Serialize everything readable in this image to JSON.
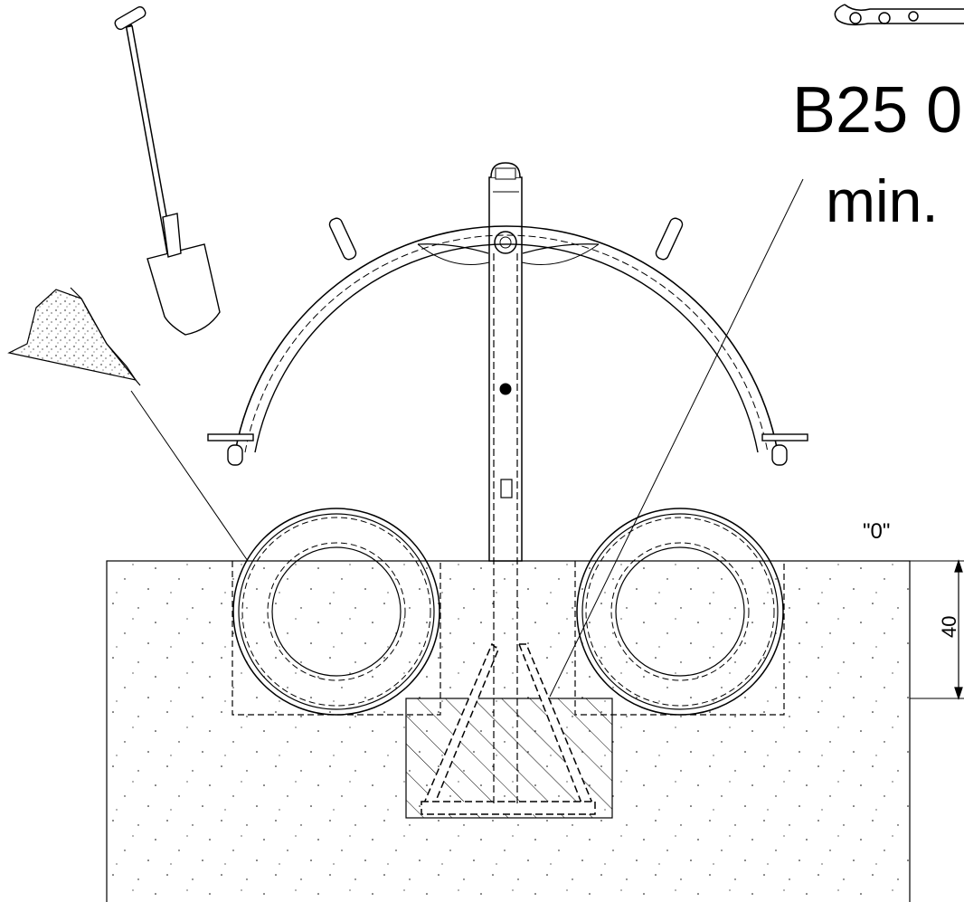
{
  "labels": {
    "concrete_grade": "B25 0",
    "min_depth": "min.",
    "ground_level": "\"0\"",
    "depth_dimension": "40"
  },
  "colors": {
    "line": "#000000",
    "background": "#ffffff"
  }
}
